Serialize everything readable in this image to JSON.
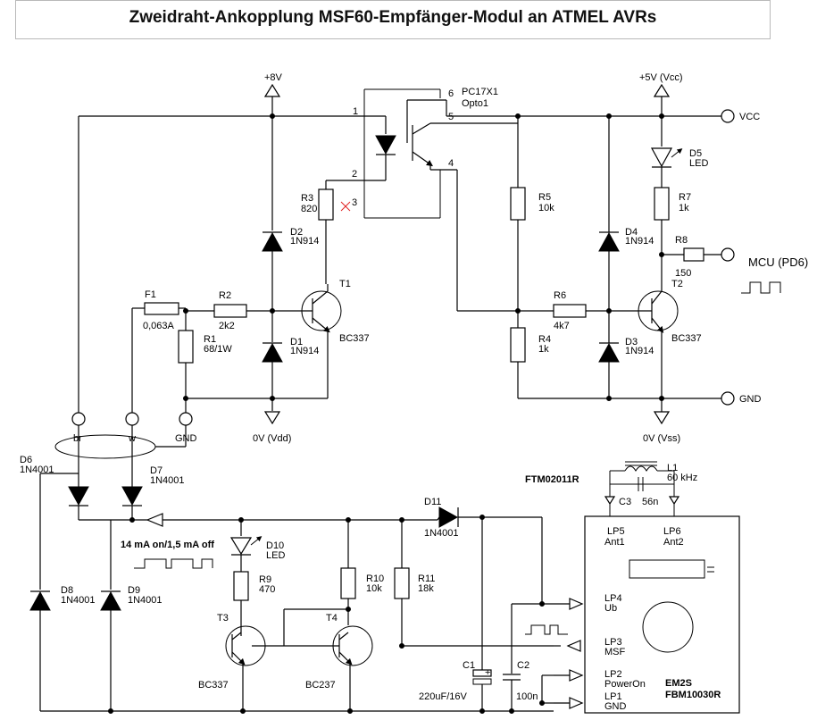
{
  "title": "Zweidraht-Ankopplung MSF60-Empfänger-Modul an ATMEL AVRs",
  "labels": {
    "plus8v": "+8V",
    "plus5v": "+5V (Vcc)",
    "vcc": "VCC",
    "gnd": "GND",
    "mcu": "MCU (PD6)",
    "vdd": "0V (Vdd)",
    "vss": "0V (Vss)",
    "opto_name": "PC17X1",
    "opto_label": "Opto1",
    "pin1": "1",
    "pin2": "2",
    "pin3": "3",
    "pin4": "4",
    "pin5": "5",
    "pin6": "6",
    "wire_br": "br",
    "wire_w": "w",
    "wire_gnd": "GND",
    "current_note": "14 mA  on/1,5 mA  off",
    "ftm": "FTM02011R",
    "module_name": "EM2S",
    "module_type": "FBM10030R"
  },
  "components": {
    "F1": {
      "name": "F1",
      "value": "0,063A"
    },
    "R1": {
      "name": "R1",
      "value": "68/1W"
    },
    "R2": {
      "name": "R2",
      "value": "2k2"
    },
    "R3": {
      "name": "R3",
      "value": "820"
    },
    "R4": {
      "name": "R4",
      "value": "1k"
    },
    "R5": {
      "name": "R5",
      "value": "10k"
    },
    "R6": {
      "name": "R6",
      "value": "4k7"
    },
    "R7": {
      "name": "R7",
      "value": "1k"
    },
    "R8": {
      "name": "R8",
      "value": "150"
    },
    "R9": {
      "name": "R9",
      "value": "470"
    },
    "R10": {
      "name": "R10",
      "value": "10k"
    },
    "R11": {
      "name": "R11",
      "value": "18k"
    },
    "D1": {
      "name": "D1",
      "value": "1N914"
    },
    "D2": {
      "name": "D2",
      "value": "1N914"
    },
    "D3": {
      "name": "D3",
      "value": "1N914"
    },
    "D4": {
      "name": "D4",
      "value": "1N914"
    },
    "D5": {
      "name": "D5",
      "value": "LED"
    },
    "D6": {
      "name": "D6",
      "value": "1N4001"
    },
    "D7": {
      "name": "D7",
      "value": "1N4001"
    },
    "D8": {
      "name": "D8",
      "value": "1N4001"
    },
    "D9": {
      "name": "D9",
      "value": "1N4001"
    },
    "D10": {
      "name": "D10",
      "value": "LED"
    },
    "D11": {
      "name": "D11",
      "value": "1N4001"
    },
    "T1": {
      "name": "T1",
      "value": "BC337"
    },
    "T2": {
      "name": "T2",
      "value": "BC337"
    },
    "T3": {
      "name": "T3",
      "value": "BC337"
    },
    "T4": {
      "name": "T4",
      "value": "BC237"
    },
    "C1": {
      "name": "C1",
      "value": "220uF/16V"
    },
    "C2": {
      "name": "C2",
      "value": "100n"
    },
    "C3": {
      "name": "C3",
      "value": "56n"
    },
    "L1": {
      "name": "L1",
      "value": "60 kHz"
    },
    "LP1": {
      "name": "LP1",
      "value": "GND"
    },
    "LP2": {
      "name": "LP2",
      "value": "PowerOn"
    },
    "LP3": {
      "name": "LP3",
      "value": "MSF"
    },
    "LP4": {
      "name": "LP4",
      "value": "Ub"
    },
    "LP5": {
      "name": "LP5",
      "value": "Ant1"
    },
    "LP6": {
      "name": "LP6",
      "value": "Ant2"
    }
  }
}
